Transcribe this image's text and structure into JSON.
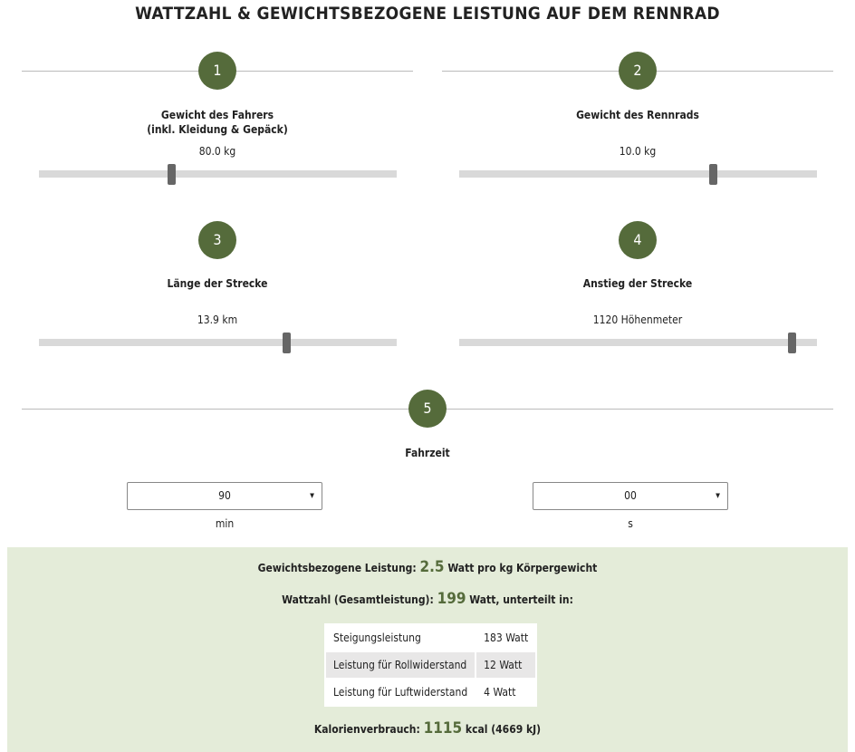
{
  "title": "WATTZAHL & GEWICHTSBEZOGENE LEISTUNG AUF DEM RENNRAD",
  "colors": {
    "accent": "#556b3b",
    "result_bg": "#e4ecd9"
  },
  "steps": [
    {
      "number": "1",
      "label_line1": "Gewicht des Fahrers",
      "label_line2": "(inkl. Kleidung & Gepäck)",
      "value": "80.0 kg",
      "slider_fraction": 0.37
    },
    {
      "number": "2",
      "label_line1": "Gewicht des Rennrads",
      "value": "10.0 kg",
      "slider_fraction": 0.71
    },
    {
      "number": "3",
      "label_line1": "Länge der Strecke",
      "value": "13.9 km",
      "slider_fraction": 0.69
    },
    {
      "number": "4",
      "label_line1": "Anstieg der Strecke",
      "value": "1120 Höhenmeter",
      "slider_fraction": 0.93
    },
    {
      "number": "5",
      "label_line1": "Fahrzeit"
    }
  ],
  "time": {
    "minutes": "90",
    "minutes_unit": "min",
    "seconds": "00",
    "seconds_unit": "s"
  },
  "result": {
    "wkg_label": "Gewichtsbezogene Leistung:",
    "wkg_value": "2.5",
    "wkg_suffix": "Watt pro kg Körpergewicht",
    "watt_label": "Wattzahl (Gesamtleistung):",
    "watt_value": "199",
    "watt_suffix": "Watt, unterteilt in:",
    "rows": [
      {
        "name": "Steigungsleistung",
        "value": "183 Watt"
      },
      {
        "name": "Leistung für Rollwiderstand",
        "value": "12 Watt"
      },
      {
        "name": "Leistung für Luftwiderstand",
        "value": "4 Watt"
      }
    ],
    "kcal_label": "Kalorienverbrauch:",
    "kcal_value": "1115",
    "kcal_suffix": "kcal (4669 kJ)"
  }
}
